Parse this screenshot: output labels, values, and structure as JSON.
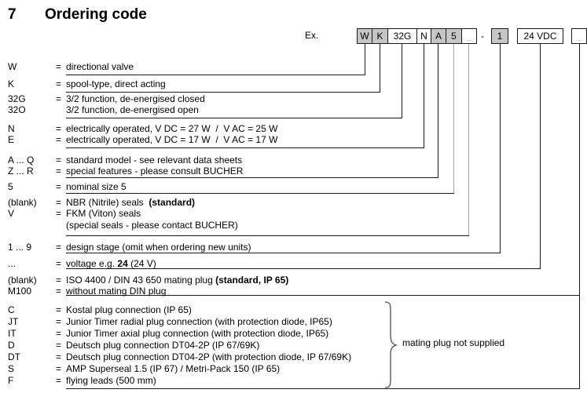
{
  "title": {
    "number": "7",
    "text": "Ordering code"
  },
  "example": {
    "label": "Ex."
  },
  "colors": {
    "box_shaded": "#c6c6c6",
    "muted_line": "#a6a6a6",
    "text": "#000000"
  },
  "code_boxes": {
    "strip": [
      {
        "label": "W",
        "shaded": true,
        "muted": false
      },
      {
        "label": "K",
        "shaded": true,
        "muted": false
      },
      {
        "label": "32G",
        "shaded": false,
        "muted": false
      },
      {
        "label": "N",
        "shaded": false,
        "muted": false
      },
      {
        "label": "A",
        "shaded": true,
        "muted": false
      },
      {
        "label": "5",
        "shaded": true,
        "muted": false
      },
      {
        "label": "_",
        "shaded": false,
        "muted": true
      }
    ],
    "separator": "-",
    "singles": [
      {
        "label": "1",
        "shaded": true,
        "muted": false
      },
      {
        "label": "24 VDC",
        "shaded": false,
        "muted": false
      },
      {
        "label": "_",
        "shaded": false,
        "muted": true
      }
    ]
  },
  "rows": [
    {
      "code": "W",
      "eq": "=",
      "segments": [
        {
          "t": "directional valve"
        }
      ]
    },
    {
      "code": "K",
      "eq": "=",
      "segments": [
        {
          "t": "spool-type, direct acting"
        }
      ]
    },
    {
      "code": "32G",
      "eq": "=",
      "segments": [
        {
          "t": "3/2 function, de-energised closed"
        }
      ]
    },
    {
      "code": "32O",
      "eq": "",
      "segments": [
        {
          "t": "3/2 function, de-energised open"
        }
      ]
    },
    {
      "code": "N",
      "eq": "=",
      "segments": [
        {
          "t": "electrically operated, V DC = 27 W  /  V AC = 25 W"
        }
      ]
    },
    {
      "code": "E",
      "eq": "=",
      "segments": [
        {
          "t": "electrically operated, V DC = 17 W  /  V AC = 17 W"
        }
      ]
    },
    {
      "code": "A ... Q",
      "eq": "=",
      "segments": [
        {
          "t": "standard model - see relevant data sheets"
        }
      ]
    },
    {
      "code": "Z ... R",
      "eq": "=",
      "segments": [
        {
          "t": "special features - please consult BUCHER"
        }
      ]
    },
    {
      "code": "5",
      "eq": "=",
      "segments": [
        {
          "t": "nominal size 5"
        }
      ]
    },
    {
      "code": "(blank)",
      "eq": "=",
      "segments": [
        {
          "t": "NBR (Nitrile) seals  "
        },
        {
          "t": "(standard)",
          "b": true
        }
      ]
    },
    {
      "code": "V",
      "eq": "=",
      "segments": [
        {
          "t": "FKM (Viton) seals"
        }
      ]
    },
    {
      "code": "",
      "eq": "",
      "segments": [
        {
          "t": "(special seals - please contact BUCHER)"
        }
      ]
    },
    {
      "code": "1 ... 9",
      "eq": "=",
      "segments": [
        {
          "t": "design stage (omit when ordering new units)"
        }
      ]
    },
    {
      "code": "...",
      "eq": "=",
      "segments": [
        {
          "t": "voltage e.g. "
        },
        {
          "t": "24",
          "b": true
        },
        {
          "t": " (24 V)"
        }
      ]
    },
    {
      "code": "(blank)",
      "eq": "=",
      "segments": [
        {
          "t": "ISO 4400 / DIN 43 650 mating plug "
        },
        {
          "t": "(standard, IP 65)",
          "b": true
        }
      ]
    },
    {
      "code": "M100",
      "eq": "=",
      "segments": [
        {
          "t": "without mating DIN plug"
        }
      ]
    },
    {
      "code": "C",
      "eq": "=",
      "segments": [
        {
          "t": "Kostal plug connection (IP 65)"
        }
      ]
    },
    {
      "code": "JT",
      "eq": "=",
      "segments": [
        {
          "t": "Junior Timer radial plug connection (with protection diode, IP65)"
        }
      ]
    },
    {
      "code": "IT",
      "eq": "=",
      "segments": [
        {
          "t": "Junior Timer axial plug connection (with protection diode, IP65)"
        }
      ]
    },
    {
      "code": "D",
      "eq": "=",
      "segments": [
        {
          "t": "Deutsch plug connection DT04-2P (IP 67/69K)"
        }
      ]
    },
    {
      "code": "DT",
      "eq": "=",
      "segments": [
        {
          "t": "Deutsch plug connection DT04-2P (with protection diode, IP 67/69K)"
        }
      ]
    },
    {
      "code": "S",
      "eq": "=",
      "segments": [
        {
          "t": "AMP Superseal 1.5 (IP 67) / Metri-Pack 150 (IP 65)"
        }
      ]
    },
    {
      "code": "F",
      "eq": "=",
      "segments": [
        {
          "t": "flying leads (500 mm)"
        }
      ]
    }
  ],
  "brace": {
    "label": "mating plug not supplied"
  }
}
